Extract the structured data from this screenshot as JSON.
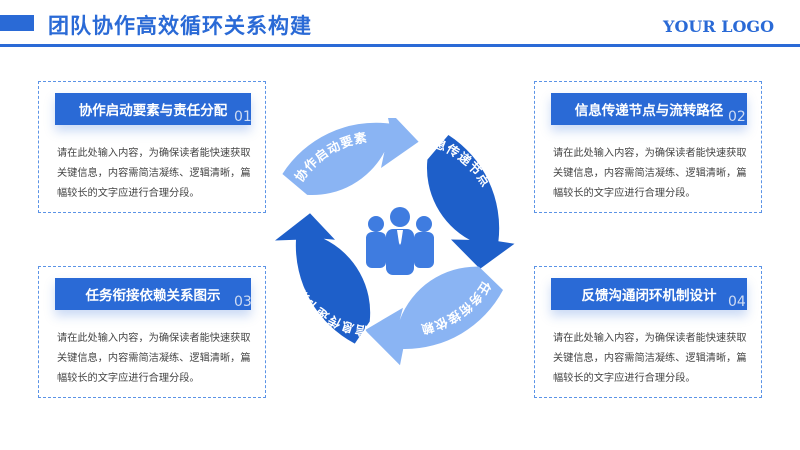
{
  "header": {
    "title": "团队协作高效循环关系构建",
    "logo": "YOUR LOGO"
  },
  "cycle": {
    "segments": [
      {
        "label": "协作启动要素",
        "color": "#8ab4f3"
      },
      {
        "label": "信息传递节点",
        "color": "#1e5fc9"
      },
      {
        "label": "任务衔接依赖",
        "color": "#8ab4f3"
      },
      {
        "label": "信息传递节点",
        "color": "#1e5fc9"
      }
    ],
    "center_icon": "team-people-icon"
  },
  "cards": [
    {
      "title": "协作启动要素与责任分配",
      "num": "01",
      "body": "请在此处输入内容，为确保读者能快速获取关键信息，内容需简洁凝练、逻辑清晰，篇幅较长的文字应进行合理分段。"
    },
    {
      "title": "信息传递节点与流转路径",
      "num": "02",
      "body": "请在此处输入内容，为确保读者能快速获取关键信息，内容需简洁凝练、逻辑清晰，篇幅较长的文字应进行合理分段。"
    },
    {
      "title": "任务衔接依赖关系图示",
      "num": "03",
      "body": "请在此处输入内容，为确保读者能快速获取关键信息，内容需简洁凝练、逻辑清晰，篇幅较长的文字应进行合理分段。"
    },
    {
      "title": "反馈沟通闭环机制设计",
      "num": "04",
      "body": "请在此处输入内容，为确保读者能快速获取关键信息，内容需简洁凝练、逻辑清晰，篇幅较长的文字应进行合理分段。"
    }
  ],
  "colors": {
    "accent": "#2a6ad6",
    "dark": "#1e5fc9",
    "light": "#8ab4f3",
    "icon": "#3f7ce0"
  }
}
